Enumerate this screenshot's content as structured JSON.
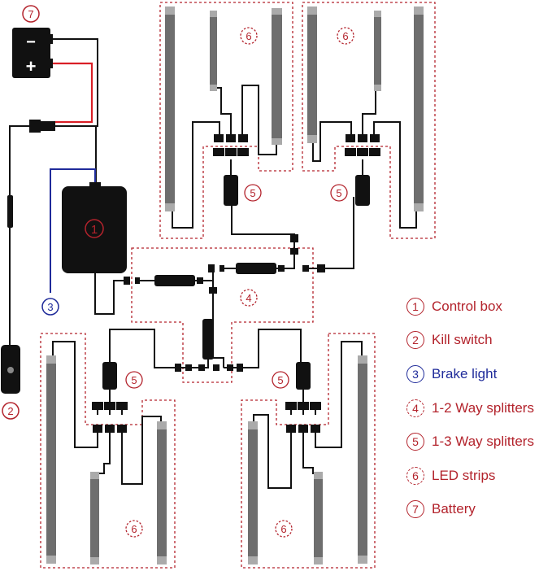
{
  "labels": {
    "battery_num": "7",
    "battery_minus": "−",
    "battery_plus": "+",
    "control_box_num": "1",
    "kill_switch_num": "2",
    "brake_light_num": "3",
    "splitter2_num": "4",
    "splitter3_num": "5",
    "strip_num": "6"
  },
  "legend": [
    {
      "num": "1",
      "text": "Control box",
      "style": "solid",
      "color": "#b3232c"
    },
    {
      "num": "2",
      "text": "Kill switch",
      "style": "solid",
      "color": "#b3232c"
    },
    {
      "num": "3",
      "text": "Brake light",
      "style": "solid",
      "color": "#1f2b9a"
    },
    {
      "num": "4",
      "text": "1-2 Way splitters",
      "style": "dashed",
      "color": "#b3232c"
    },
    {
      "num": "5",
      "text": "1-3 Way splitters",
      "style": "solid",
      "color": "#b3232c"
    },
    {
      "num": "6",
      "text": "LED strips",
      "style": "dashed",
      "color": "#b3232c"
    },
    {
      "num": "7",
      "text": "Battery",
      "style": "solid",
      "color": "#b3232c"
    }
  ],
  "colors": {
    "accent_red": "#b3232c",
    "brake_blue": "#1f2b9a",
    "wire_red": "#d91f26",
    "wire_black": "#111111",
    "strip_gray": "#6e6e6e"
  }
}
